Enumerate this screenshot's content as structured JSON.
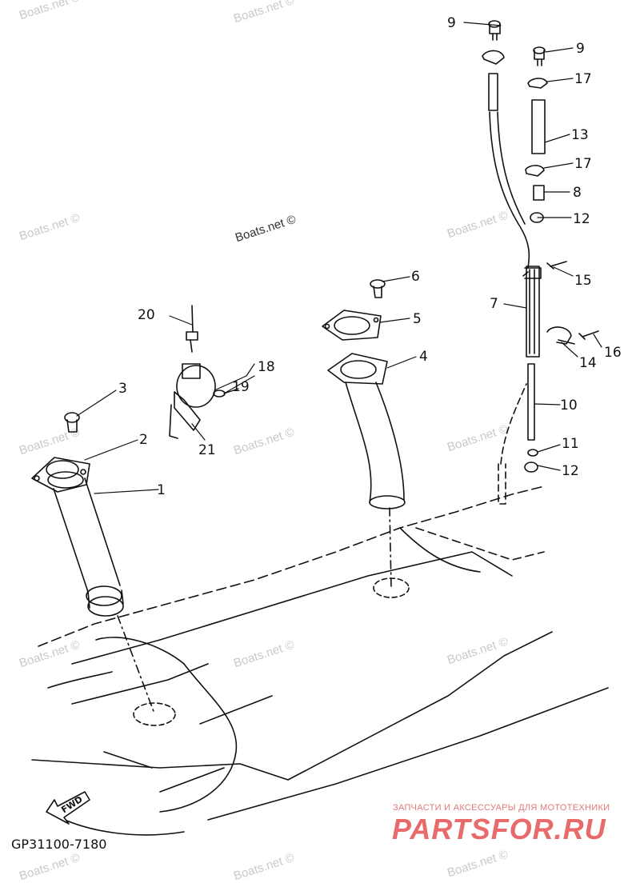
{
  "watermark": "Boats.net ©",
  "diagram_code": "GP31100-7180",
  "fwd_label": "FWD",
  "brand": {
    "tagline": "ЗАПЧАСТИ И АКСЕССУАРЫ ДЛЯ МОТОТЕХНИКИ",
    "logo": "PARTSFOR.RU",
    "color": "#e86a6a"
  },
  "callouts": [
    "1",
    "2",
    "3",
    "4",
    "5",
    "6",
    "7",
    "8",
    "9",
    "9",
    "10",
    "11",
    "12",
    "12",
    "13",
    "14",
    "15",
    "16",
    "17",
    "17",
    "18",
    "19",
    "20",
    "21"
  ]
}
